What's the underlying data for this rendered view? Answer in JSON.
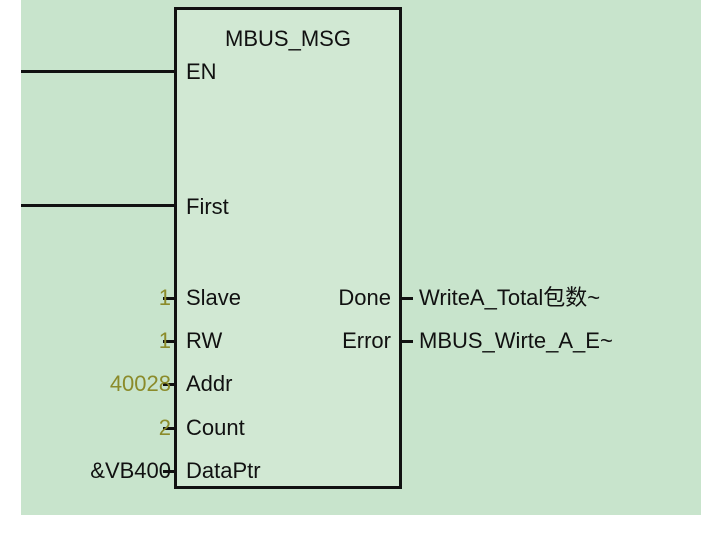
{
  "block": {
    "title": "MBUS_MSG",
    "pins_in": {
      "en": "EN",
      "first": "First",
      "slave": "Slave",
      "rw": "RW",
      "addr": "Addr",
      "count": "Count",
      "dataptr": "DataPtr"
    },
    "pins_out": {
      "done": "Done",
      "error": "Error"
    }
  },
  "inputs": {
    "slave": "1",
    "rw": "1",
    "addr": "40028",
    "count": "2",
    "dataptr": "&VB400"
  },
  "outputs": {
    "done": "WriteA_Total包数~",
    "error": "MBUS_Wirte_A_E~"
  },
  "colors": {
    "background": "#c8e4cc",
    "block_fill": "#d1e8d3",
    "constant_text": "#8b8b2a",
    "line": "#111111"
  }
}
